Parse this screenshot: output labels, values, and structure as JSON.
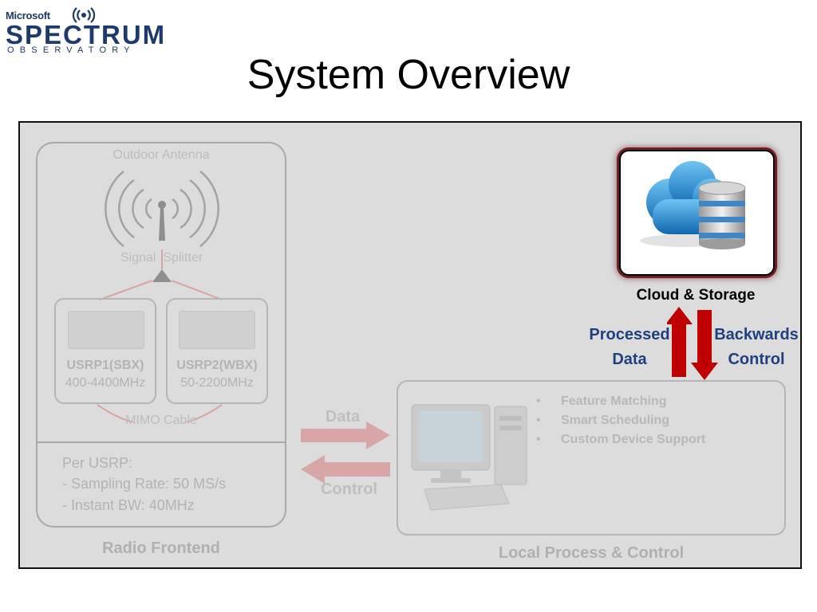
{
  "logo": {
    "company": "Microsoft",
    "product": "SPECTRUM",
    "sub": "OBSERVATORY"
  },
  "title": "System Overview",
  "radio_frontend": {
    "antenna_label": "Outdoor Antenna",
    "splitter_label": "Signal  Splitter",
    "usrp1_name": "USRP1(SBX)",
    "usrp1_range": "400-4400MHz",
    "usrp2_name": "USRP2(WBX)",
    "usrp2_range": "50-2200MHz",
    "mimo_label": "MIMO Cable",
    "specs": [
      "Per USRP:",
      "- Sampling Rate: 50 MS/s",
      "- Instant BW: 40MHz"
    ],
    "section_label": "Radio Frontend"
  },
  "arrows": {
    "data_label": "Data",
    "control_label": "Control"
  },
  "local": {
    "features": [
      "Feature Matching",
      "Smart Scheduling",
      "Custom Device Support"
    ],
    "section_label": "Local Process & Control"
  },
  "cloud": {
    "label": "Cloud & Storage",
    "processed": [
      "Processed",
      "Data"
    ],
    "backwards": [
      "Backwards",
      "Control"
    ]
  },
  "colors": {
    "logo_blue": "#1d3a6e",
    "arrow_red": "#c00000",
    "label_blue": "#1f3f7f",
    "muted_arrow": "#d9a8a8"
  }
}
